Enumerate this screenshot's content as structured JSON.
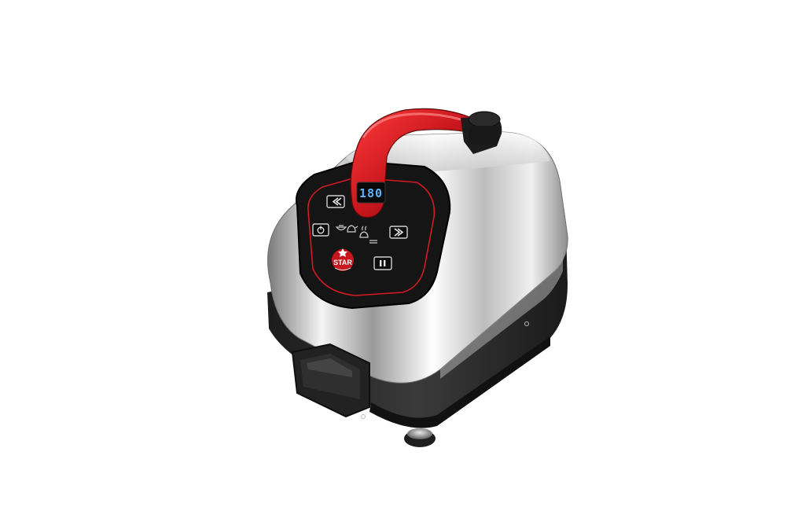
{
  "product": {
    "display": {
      "reading": "180"
    },
    "logo": {
      "brand": "STAR"
    },
    "buttons": [
      {
        "name": "decrease-button",
        "icon": "double-chevron-left-icon"
      },
      {
        "name": "increase-button",
        "icon": "double-chevron-right-icon"
      },
      {
        "name": "power-button",
        "icon": "power-icon"
      },
      {
        "name": "pause-button",
        "icon": "pause-icon"
      }
    ],
    "indicators": [
      "pot-icon",
      "kettle-icon",
      "steam-icon",
      "level-icon"
    ],
    "colors": {
      "handle": "#c8161d",
      "panel": "#151515",
      "body_steel": "#d9d9d9",
      "base": "#2b2b2b",
      "lcd": "#5ab6ff",
      "panel_accent": "#d11a22"
    }
  }
}
